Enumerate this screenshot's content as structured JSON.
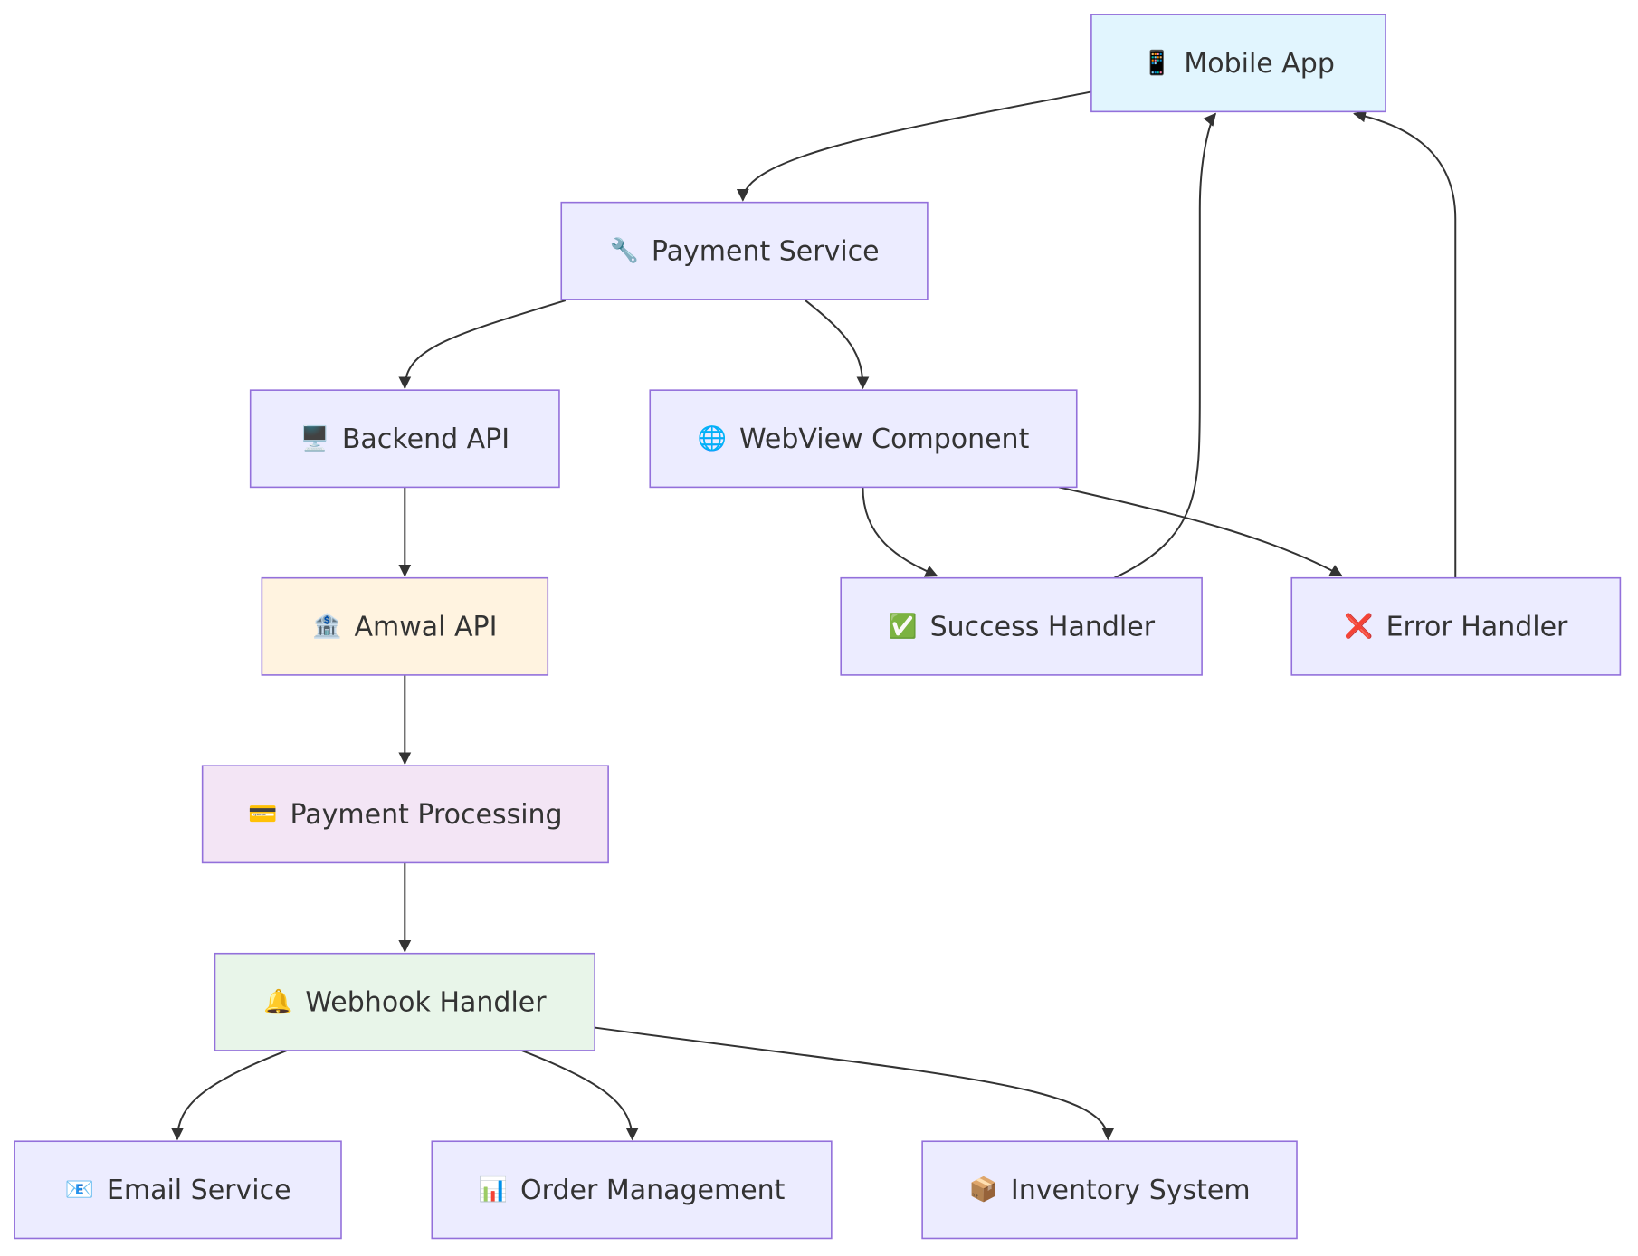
{
  "colors": {
    "default_fill": "#ececff",
    "border": "#9370db",
    "edge": "#333333",
    "text": "#333333",
    "mobile_fill": "#e1f5fe",
    "amwal_fill": "#fff3e0",
    "processing_fill": "#f3e5f5",
    "webhook_fill": "#e8f5e9"
  },
  "nodes": [
    {
      "id": "mobile",
      "name": "mobile-app-node",
      "icon": "mobile-phone-icon",
      "glyph": "📱",
      "label": "Mobile App",
      "fill": "#e1f5fe"
    },
    {
      "id": "payservice",
      "name": "payment-service-node",
      "icon": "wrench-icon",
      "glyph": "🔧",
      "label": "Payment Service",
      "fill": "#ececff"
    },
    {
      "id": "backend",
      "name": "backend-api-node",
      "icon": "desktop-computer-icon",
      "glyph": "🖥️",
      "label": "Backend API",
      "fill": "#ececff"
    },
    {
      "id": "webview",
      "name": "webview-component-node",
      "icon": "globe-icon",
      "glyph": "🌐",
      "label": "WebView Component",
      "fill": "#ececff"
    },
    {
      "id": "amwal",
      "name": "amwal-api-node",
      "icon": "bank-icon",
      "glyph": "🏦",
      "label": "Amwal API",
      "fill": "#fff3e0"
    },
    {
      "id": "success",
      "name": "success-handler-node",
      "icon": "check-mark-icon",
      "glyph": "✅",
      "label": "Success Handler",
      "fill": "#ececff"
    },
    {
      "id": "error",
      "name": "error-handler-node",
      "icon": "cross-mark-icon",
      "glyph": "❌",
      "label": "Error Handler",
      "fill": "#ececff"
    },
    {
      "id": "processing",
      "name": "payment-processing-node",
      "icon": "credit-card-icon",
      "glyph": "💳",
      "label": "Payment Processing",
      "fill": "#f3e5f5"
    },
    {
      "id": "webhook",
      "name": "webhook-handler-node",
      "icon": "bell-icon",
      "glyph": "🔔",
      "label": "Webhook Handler",
      "fill": "#e8f5e9"
    },
    {
      "id": "email",
      "name": "email-service-node",
      "icon": "envelope-icon",
      "glyph": "📧",
      "label": "Email Service",
      "fill": "#ececff"
    },
    {
      "id": "order",
      "name": "order-management-node",
      "icon": "bar-chart-icon",
      "glyph": "📊",
      "label": "Order Management",
      "fill": "#ececff"
    },
    {
      "id": "inventory",
      "name": "inventory-system-node",
      "icon": "package-icon",
      "glyph": "📦",
      "label": "Inventory System",
      "fill": "#ececff"
    }
  ],
  "edges": [
    {
      "from": "mobile",
      "to": "payservice"
    },
    {
      "from": "payservice",
      "to": "backend"
    },
    {
      "from": "payservice",
      "to": "webview"
    },
    {
      "from": "backend",
      "to": "amwal"
    },
    {
      "from": "amwal",
      "to": "processing"
    },
    {
      "from": "processing",
      "to": "webhook"
    },
    {
      "from": "webview",
      "to": "success"
    },
    {
      "from": "webview",
      "to": "error"
    },
    {
      "from": "success",
      "to": "mobile"
    },
    {
      "from": "error",
      "to": "mobile"
    },
    {
      "from": "webhook",
      "to": "email"
    },
    {
      "from": "webhook",
      "to": "order"
    },
    {
      "from": "webhook",
      "to": "inventory"
    }
  ]
}
